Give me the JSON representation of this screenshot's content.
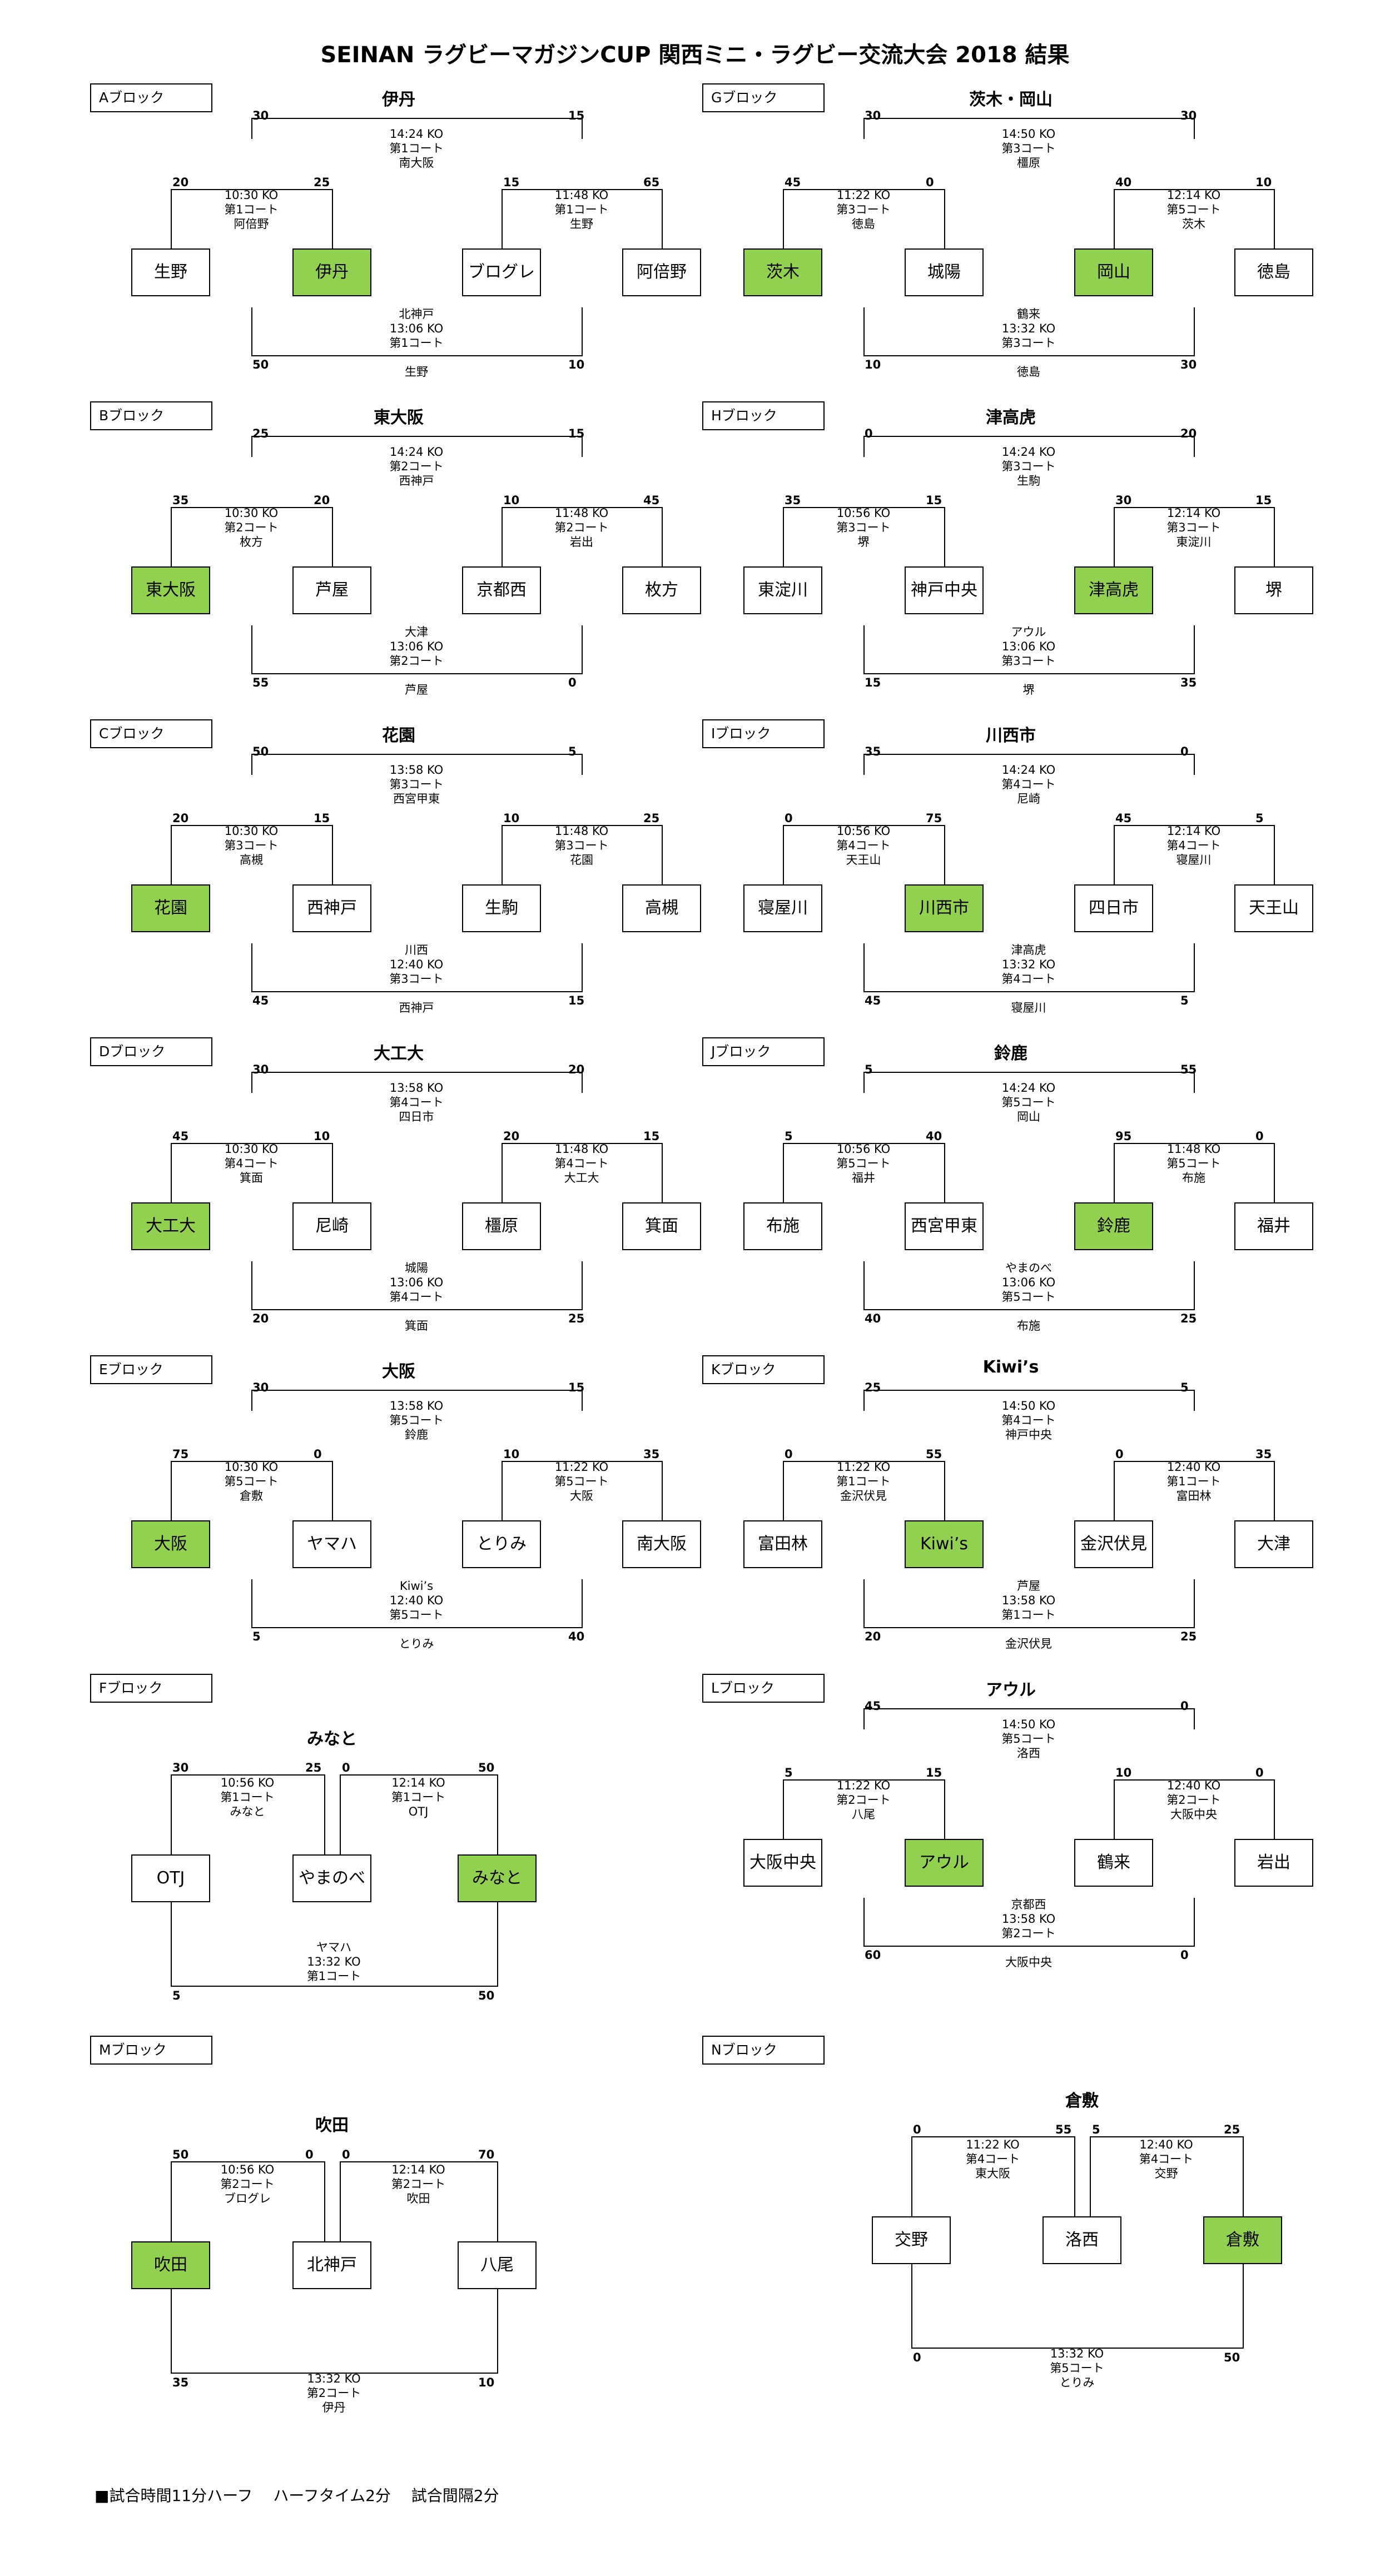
{
  "title": "SEINAN ラグビーマガジンCUP 関西ミニ・ラグビー交流大会 2018 結果",
  "footer": "■試合時間11分ハーフ　 ハーフタイム2分　 試合間隔2分",
  "blocks": [
    {
      "id": "A",
      "label": "Aブロック",
      "winner": "伊丹",
      "teams": [
        "生野",
        "伊丹",
        "ブログレ",
        "阿倍野"
      ],
      "winners": [
        false,
        true,
        false,
        false
      ],
      "m1": {
        "s1": "20",
        "s2": "25",
        "info": [
          "10:30  KO",
          "第1コート",
          "阿倍野"
        ]
      },
      "m2": {
        "s1": "15",
        "s2": "65",
        "info": [
          "11:48  KO",
          "第1コート",
          "生野"
        ]
      },
      "final": {
        "s1": "30",
        "s2": "15",
        "info": [
          "14:24  KO",
          "第1コート",
          "南大阪"
        ]
      },
      "third": {
        "s1": "50",
        "s2": "10",
        "info": [
          "北神戸",
          "13:06  KO",
          "第1コート",
          "",
          "生野"
        ]
      }
    },
    {
      "id": "G",
      "label": "Gブロック",
      "winner": "茨木・岡山",
      "teams": [
        "茨木",
        "城陽",
        "岡山",
        "徳島"
      ],
      "winners": [
        true,
        false,
        true,
        false
      ],
      "m1": {
        "s1": "45",
        "s2": "0",
        "info": [
          "11:22  KO",
          "第3コート",
          "徳島"
        ]
      },
      "m2": {
        "s1": "40",
        "s2": "10",
        "info": [
          "12:14  KO",
          "第5コート",
          "茨木"
        ]
      },
      "final": {
        "s1": "30",
        "s2": "30",
        "info": [
          "14:50  KO",
          "第3コート",
          "橿原"
        ]
      },
      "third": {
        "s1": "10",
        "s2": "30",
        "info": [
          "鶴来",
          "13:32  KO",
          "第3コート",
          "",
          "徳島"
        ]
      }
    },
    {
      "id": "B",
      "label": "Bブロック",
      "winner": "東大阪",
      "teams": [
        "東大阪",
        "芦屋",
        "京都西",
        "枚方"
      ],
      "winners": [
        true,
        false,
        false,
        false
      ],
      "m1": {
        "s1": "35",
        "s2": "20",
        "info": [
          "10:30  KO",
          "第2コート",
          "枚方"
        ]
      },
      "m2": {
        "s1": "10",
        "s2": "45",
        "info": [
          "11:48  KO",
          "第2コート",
          "岩出"
        ]
      },
      "final": {
        "s1": "25",
        "s2": "15",
        "info": [
          "14:24  KO",
          "第2コート",
          "西神戸"
        ]
      },
      "third": {
        "s1": "55",
        "s2": "0",
        "info": [
          "大津",
          "13:06  KO",
          "第2コート",
          "",
          "芦屋"
        ]
      }
    },
    {
      "id": "H",
      "label": "Hブロック",
      "winner": "津高虎",
      "teams": [
        "東淀川",
        "神戸中央",
        "津高虎",
        "堺"
      ],
      "winners": [
        false,
        false,
        true,
        false
      ],
      "m1": {
        "s1": "35",
        "s2": "15",
        "info": [
          "10:56  KO",
          "第3コート",
          "堺"
        ]
      },
      "m2": {
        "s1": "30",
        "s2": "15",
        "info": [
          "12:14  KO",
          "第3コート",
          "東淀川"
        ]
      },
      "final": {
        "s1": "0",
        "s2": "20",
        "info": [
          "14:24  KO",
          "第3コート",
          "生駒"
        ]
      },
      "third": {
        "s1": "15",
        "s2": "35",
        "info": [
          "アウル",
          "13:06  KO",
          "第3コート",
          "",
          "堺"
        ]
      }
    },
    {
      "id": "C",
      "label": "Cブロック",
      "winner": "花園",
      "teams": [
        "花園",
        "西神戸",
        "生駒",
        "高槻"
      ],
      "winners": [
        true,
        false,
        false,
        false
      ],
      "m1": {
        "s1": "20",
        "s2": "15",
        "info": [
          "10:30  KO",
          "第3コート",
          "高槻"
        ]
      },
      "m2": {
        "s1": "10",
        "s2": "25",
        "info": [
          "11:48  KO",
          "第3コート",
          "花園"
        ]
      },
      "final": {
        "s1": "50",
        "s2": "5",
        "info": [
          "13:58  KO",
          "第3コート",
          "西宮甲東"
        ]
      },
      "third": {
        "s1": "45",
        "s2": "15",
        "info": [
          "川西",
          "12:40  KO",
          "第3コート",
          "",
          "西神戸"
        ]
      }
    },
    {
      "id": "I",
      "label": "Iブロック",
      "winner": "川西市",
      "teams": [
        "寝屋川",
        "川西市",
        "四日市",
        "天王山"
      ],
      "winners": [
        false,
        true,
        false,
        false
      ],
      "m1": {
        "s1": "0",
        "s2": "75",
        "info": [
          "10:56  KO",
          "第4コート",
          "天王山"
        ]
      },
      "m2": {
        "s1": "45",
        "s2": "5",
        "info": [
          "12:14  KO",
          "第4コート",
          "寝屋川"
        ]
      },
      "final": {
        "s1": "35",
        "s2": "0",
        "info": [
          "14:24  KO",
          "第4コート",
          "尼崎"
        ]
      },
      "third": {
        "s1": "45",
        "s2": "5",
        "info": [
          "津高虎",
          "13:32  KO",
          "第4コート",
          "",
          "寝屋川"
        ]
      }
    },
    {
      "id": "D",
      "label": "Dブロック",
      "winner": "大工大",
      "teams": [
        "大工大",
        "尼崎",
        "橿原",
        "箕面"
      ],
      "winners": [
        true,
        false,
        false,
        false
      ],
      "m1": {
        "s1": "45",
        "s2": "10",
        "info": [
          "10:30  KO",
          "第4コート",
          "箕面"
        ]
      },
      "m2": {
        "s1": "20",
        "s2": "15",
        "info": [
          "11:48  KO",
          "第4コート",
          "大工大"
        ]
      },
      "final": {
        "s1": "30",
        "s2": "20",
        "info": [
          "13:58  KO",
          "第4コート",
          "四日市"
        ]
      },
      "third": {
        "s1": "20",
        "s2": "25",
        "info": [
          "城陽",
          "13:06  KO",
          "第4コート",
          "",
          "箕面"
        ]
      }
    },
    {
      "id": "J",
      "label": "Jブロック",
      "winner": "鈴鹿",
      "teams": [
        "布施",
        "西宮甲東",
        "鈴鹿",
        "福井"
      ],
      "winners": [
        false,
        false,
        true,
        false
      ],
      "m1": {
        "s1": "5",
        "s2": "40",
        "info": [
          "10:56  KO",
          "第5コート",
          "福井"
        ]
      },
      "m2": {
        "s1": "95",
        "s2": "0",
        "info": [
          "11:48  KO",
          "第5コート",
          "布施"
        ]
      },
      "final": {
        "s1": "5",
        "s2": "55",
        "info": [
          "14:24  KO",
          "第5コート",
          "岡山"
        ]
      },
      "third": {
        "s1": "40",
        "s2": "25",
        "info": [
          "やまのべ",
          "13:06  KO",
          "第5コート",
          "",
          "布施"
        ]
      }
    },
    {
      "id": "E",
      "label": "Eブロック",
      "winner": "大阪",
      "teams": [
        "大阪",
        "ヤマハ",
        "とりみ",
        "南大阪"
      ],
      "winners": [
        true,
        false,
        false,
        false
      ],
      "m1": {
        "s1": "75",
        "s2": "0",
        "info": [
          "10:30  KO",
          "第5コート",
          "倉敷"
        ]
      },
      "m2": {
        "s1": "10",
        "s2": "35",
        "info": [
          "11:22  KO",
          "第5コート",
          "大阪"
        ]
      },
      "final": {
        "s1": "30",
        "s2": "15",
        "info": [
          "13:58  KO",
          "第5コート",
          "鈴鹿"
        ]
      },
      "third": {
        "s1": "5",
        "s2": "40",
        "info": [
          "Kiwi’s",
          "12:40  KO",
          "第5コート",
          "",
          "とりみ"
        ]
      }
    },
    {
      "id": "K",
      "label": "Kブロック",
      "winner": "Kiwi’s",
      "teams": [
        "富田林",
        "Kiwi’s",
        "金沢伏見",
        "大津"
      ],
      "winners": [
        false,
        true,
        false,
        false
      ],
      "m1": {
        "s1": "0",
        "s2": "55",
        "info": [
          "11:22  KO",
          "第1コート",
          "金沢伏見"
        ]
      },
      "m2": {
        "s1": "0",
        "s2": "35",
        "info": [
          "12:40  KO",
          "第1コート",
          "富田林"
        ]
      },
      "final": {
        "s1": "25",
        "s2": "5",
        "info": [
          "14:50  KO",
          "第4コート",
          "神戸中央"
        ]
      },
      "third": {
        "s1": "20",
        "s2": "25",
        "info": [
          "芦屋",
          "13:58  KO",
          "第1コート",
          "",
          "金沢伏見"
        ]
      }
    },
    {
      "id": "L",
      "label": "Lブロック",
      "winner": "アウル",
      "teams": [
        "大阪中央",
        "アウル",
        "鶴来",
        "岩出"
      ],
      "winners": [
        false,
        true,
        false,
        false
      ],
      "m1": {
        "s1": "5",
        "s2": "15",
        "info": [
          "11:22  KO",
          "第2コート",
          "八尾"
        ]
      },
      "m2": {
        "s1": "10",
        "s2": "0",
        "info": [
          "12:40  KO",
          "第2コート",
          "大阪中央"
        ]
      },
      "final": {
        "s1": "45",
        "s2": "0",
        "info": [
          "14:50  KO",
          "第5コート",
          "洛西"
        ]
      },
      "third": {
        "s1": "60",
        "s2": "0",
        "info": [
          "京都西",
          "13:58  KO",
          "第2コート",
          "",
          "大阪中央"
        ]
      }
    }
  ],
  "block_F": {
    "label": "Fブロック",
    "winner": "みなと",
    "teams": [
      "OTJ",
      "やまのべ",
      "みなと"
    ],
    "winners": [
      false,
      false,
      true
    ],
    "m1": {
      "s1": "30",
      "s2": "25",
      "info": [
        "10:56  KO",
        "第1コート",
        "みなと"
      ]
    },
    "m2": {
      "s1": "0",
      "s2": "50",
      "info": [
        "12:14  KO",
        "第1コート",
        "OTJ"
      ]
    },
    "m3": {
      "s1": "5",
      "s2": "50",
      "info": [
        "ヤマハ",
        "13:32  KO",
        "第1コート"
      ]
    }
  },
  "block_M": {
    "label": "Mブロック",
    "winner": "吹田",
    "teams": [
      "吹田",
      "北神戸",
      "八尾"
    ],
    "winners": [
      true,
      false,
      false
    ],
    "m1": {
      "s1": "50",
      "s2": "0",
      "info": [
        "10:56  KO",
        "第2コート",
        "ブログレ"
      ]
    },
    "m2": {
      "s1": "0",
      "s2": "70",
      "info": [
        "12:14  KO",
        "第2コート",
        "吹田"
      ]
    },
    "m3": {
      "s1": "35",
      "s2": "10",
      "info": [
        "13:32  KO",
        "第2コート",
        "伊丹"
      ]
    }
  },
  "block_N": {
    "label": "Nブロック",
    "winner": "倉敷",
    "teams": [
      "交野",
      "洛西",
      "倉敷"
    ],
    "winners": [
      false,
      false,
      true
    ],
    "m1": {
      "s1": "0",
      "s2": "55",
      "info": [
        "11:22  KO",
        "第4コート",
        "東大阪"
      ]
    },
    "m2": {
      "s1": "5",
      "s2": "25",
      "info": [
        "12:40  KO",
        "第4コート",
        "交野"
      ]
    },
    "m3": {
      "s1": "0",
      "s2": "50",
      "info": [
        "13:32  KO",
        "第5コート",
        "とりみ"
      ]
    }
  }
}
